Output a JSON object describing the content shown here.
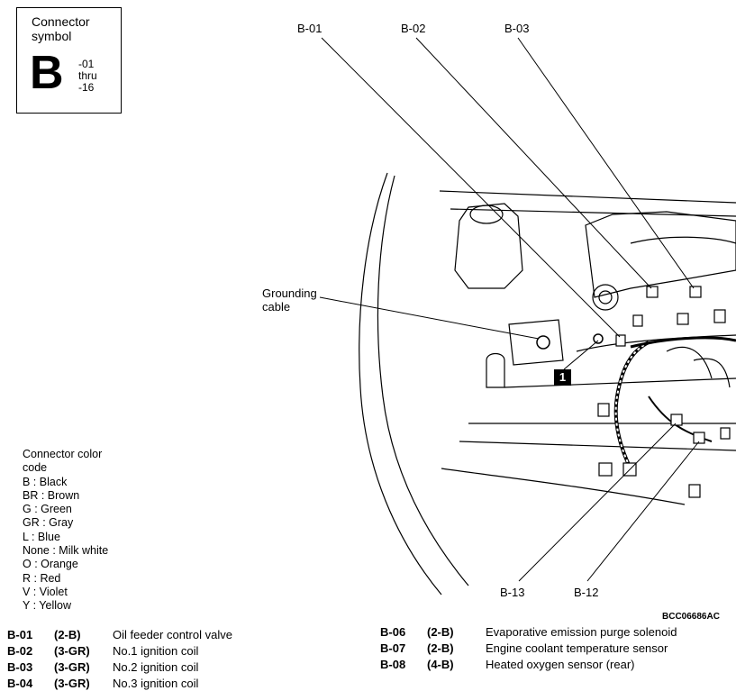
{
  "connector_symbol": {
    "title": "Connector\nsymbol",
    "letter": "B",
    "range": "-01\nthru\n-16"
  },
  "callouts": {
    "b01": "B-01",
    "b02": "B-02",
    "b03": "B-03",
    "b13": "B-13",
    "b12": "B-12",
    "grounding": "Grounding\ncable",
    "marker": "1",
    "figure_code": "BCC06686AC"
  },
  "color_code": {
    "title": "Connector color\ncode",
    "entries": [
      "B : Black",
      "BR : Brown",
      "G : Green",
      "GR : Gray",
      "L : Blue",
      "None : Milk white",
      "O : Orange",
      "R : Red",
      "V : Violet",
      "Y : Yellow"
    ]
  },
  "connector_table_left": [
    {
      "id": "B-01",
      "code": "(2-B)",
      "name": "Oil feeder control valve"
    },
    {
      "id": "B-02",
      "code": "(3-GR)",
      "name": "No.1 ignition coil"
    },
    {
      "id": "B-03",
      "code": "(3-GR)",
      "name": "No.2 ignition coil"
    },
    {
      "id": "B-04",
      "code": "(3-GR)",
      "name": "No.3 ignition coil"
    }
  ],
  "connector_table_right": [
    {
      "id": "B-06",
      "code": "(2-B)",
      "name": "Evaporative emission purge solenoid"
    },
    {
      "id": "B-07",
      "code": "(2-B)",
      "name": "Engine coolant temperature sensor"
    },
    {
      "id": "B-08",
      "code": "(4-B)",
      "name": "Heated oxygen sensor (rear)"
    }
  ]
}
